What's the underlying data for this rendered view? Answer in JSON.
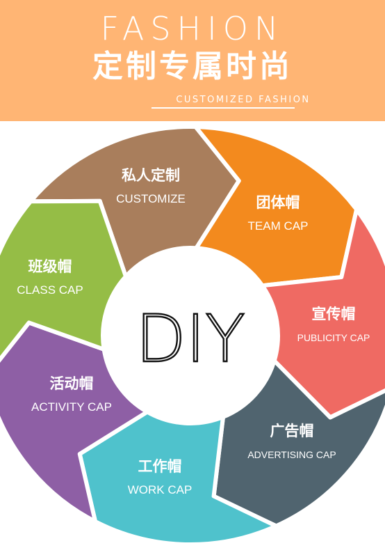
{
  "header": {
    "title": "FASHION",
    "subtitle": "定制专属时尚",
    "caption": "CUSTOMIZED FASHION"
  },
  "center": {
    "label": "DIY"
  },
  "segments": [
    {
      "cn": "私人定制",
      "en": "CUSTOMIZE",
      "color": "#a97e5c"
    },
    {
      "cn": "团体帽",
      "en": "TEAM CAP",
      "color": "#f38a1e"
    },
    {
      "cn": "宣传帽",
      "en": "PUBLICITY CAP",
      "color": "#ef6a63"
    },
    {
      "cn": "广告帽",
      "en": "ADVERTISING CAP",
      "color": "#50646f"
    },
    {
      "cn": "工作帽",
      "en": "WORK CAP",
      "color": "#4fc2cc"
    },
    {
      "cn": "活动帽",
      "en": "ACTIVITY CAP",
      "color": "#8e5fa5"
    },
    {
      "cn": "班级帽",
      "en": "CLASS CAP",
      "color": "#95bd46"
    }
  ]
}
